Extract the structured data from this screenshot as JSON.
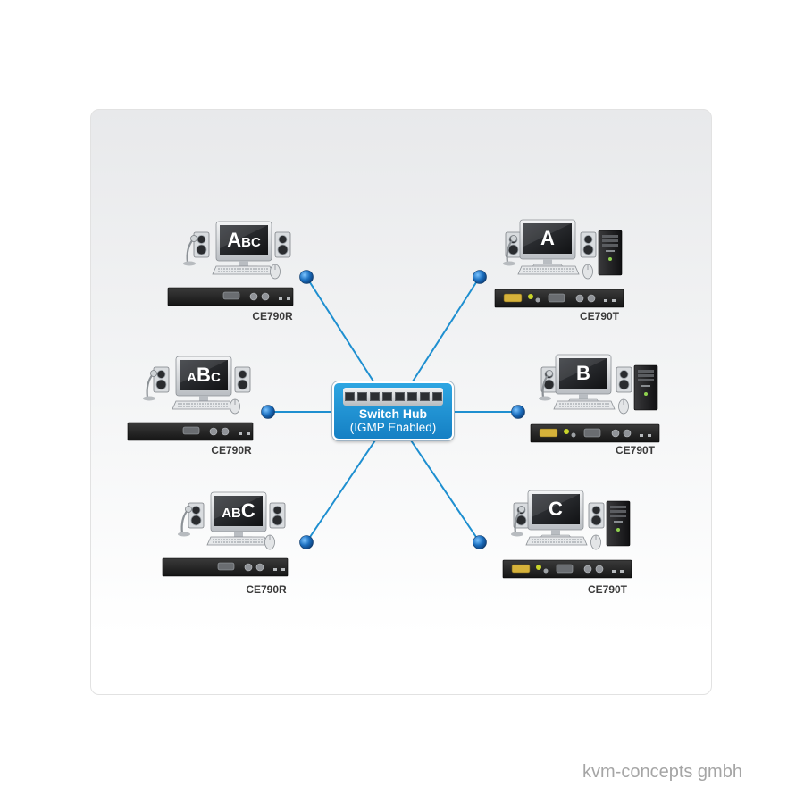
{
  "hub": {
    "title": "Switch Hub",
    "subtitle": "(IGMP Enabled)"
  },
  "colors": {
    "link": "#1e8fd0",
    "node": "#1c6fbf",
    "hub": "#1a8fd6"
  },
  "devices": [
    {
      "id": "r1",
      "type": "receiver",
      "model": "CE790R",
      "screen": "ABC",
      "emphasis": "A"
    },
    {
      "id": "r2",
      "type": "receiver",
      "model": "CE790R",
      "screen": "ABC",
      "emphasis": "B"
    },
    {
      "id": "r3",
      "type": "receiver",
      "model": "CE790R",
      "screen": "ABC",
      "emphasis": "C"
    },
    {
      "id": "t1",
      "type": "transmitter",
      "model": "CE790T",
      "screen": "A"
    },
    {
      "id": "t2",
      "type": "transmitter",
      "model": "CE790T",
      "screen": "B"
    },
    {
      "id": "t3",
      "type": "transmitter",
      "model": "CE790T",
      "screen": "C"
    }
  ],
  "watermark": "kvm-concepts gmbh"
}
